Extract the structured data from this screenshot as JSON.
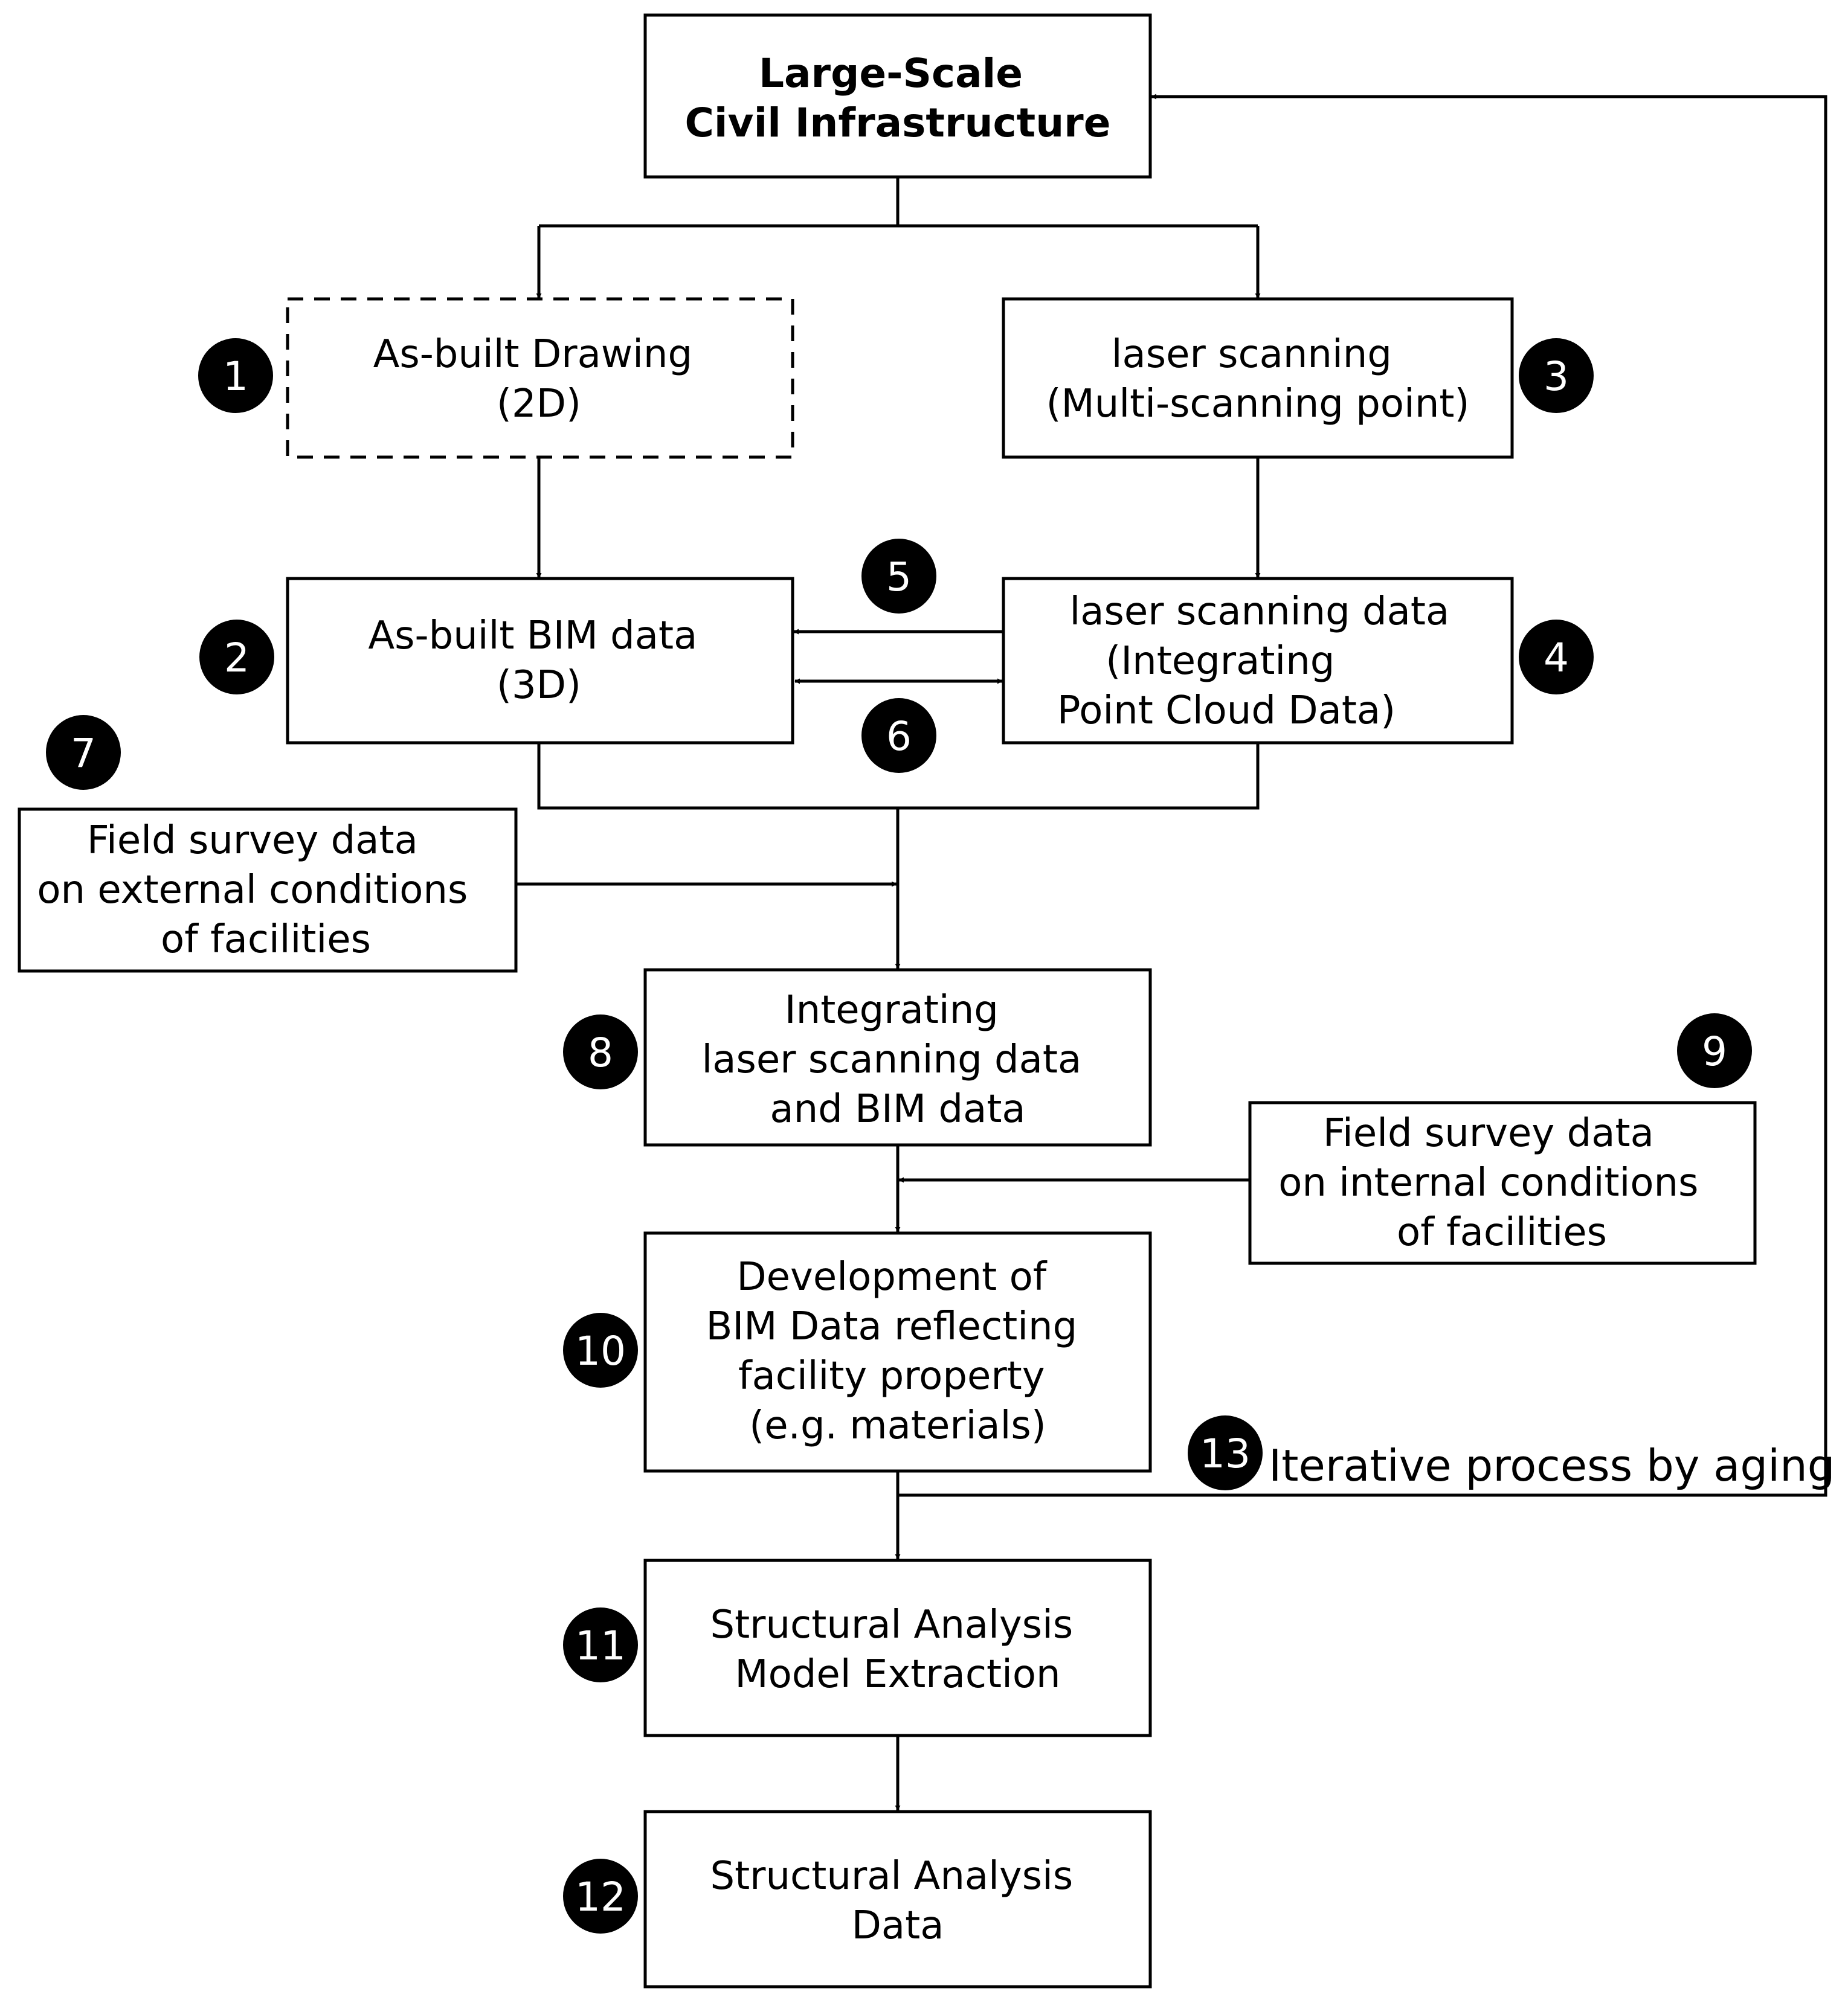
{
  "boxes": {
    "infrastructure": {
      "lines": [
        "Large-Scale",
        "Civil Infrastructure"
      ]
    },
    "asbuilt_drawing": {
      "lines": [
        "As-built Drawing",
        "(2D)"
      ]
    },
    "laser_scanning": {
      "lines": [
        "laser scanning",
        "(Multi-scanning point)"
      ]
    },
    "bim_data": {
      "lines": [
        "As-built BIM data",
        "(3D)"
      ]
    },
    "laser_data": {
      "lines": [
        "laser scanning data",
        "(Integrating",
        "Point Cloud Data)"
      ]
    },
    "field_external": {
      "lines": [
        "Field survey data",
        "on external conditions",
        "of facilities"
      ]
    },
    "integrating": {
      "lines": [
        "Integrating",
        "laser scanning data",
        "and BIM data"
      ]
    },
    "field_internal": {
      "lines": [
        "Field survey data",
        "on internal conditions",
        "of facilities"
      ]
    },
    "development": {
      "lines": [
        "Development of",
        "BIM Data reflecting",
        "facility property",
        "(e.g. materials)"
      ]
    },
    "structural_model": {
      "lines": [
        "Structural Analysis",
        "Model Extraction"
      ]
    },
    "structural_data": {
      "lines": [
        "Structural Analysis",
        "Data"
      ]
    }
  },
  "markers": {
    "m1": "1",
    "m2": "2",
    "m3": "3",
    "m4": "4",
    "m5": "5",
    "m6": "6",
    "m7": "7",
    "m8": "8",
    "m9": "9",
    "m10": "10",
    "m11": "11",
    "m12": "12",
    "m13": "13"
  },
  "loop_label": "Iterative process by aging",
  "colors": {
    "stroke": "#000000",
    "marker_fill": "#000000",
    "marker_text": "#ffffff",
    "background": "#ffffff"
  }
}
